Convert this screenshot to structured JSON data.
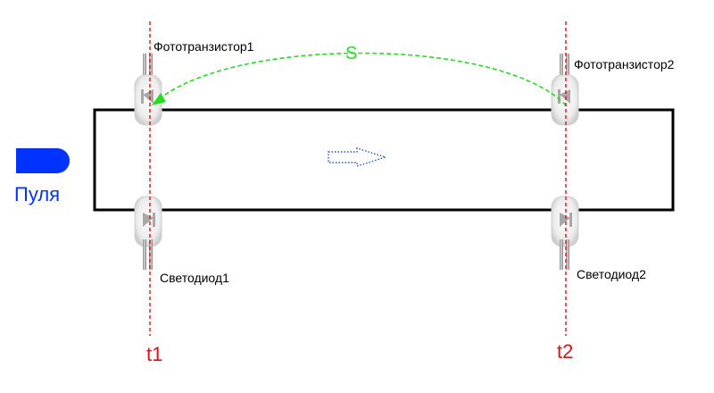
{
  "bullet": {
    "label": "Пуля",
    "color": "#0033ff"
  },
  "sensors": {
    "phototransistor1": "Фототранзистор1",
    "phototransistor2": "Фототранзистор2",
    "led1": "Светодиод1",
    "led2": "Светодиод2"
  },
  "distance_label": "S",
  "times": {
    "t1": "t1",
    "t2": "t2"
  },
  "colors": {
    "time_lines": "#dd1111",
    "arc": "#22dd22",
    "direction_arrow": "#2255cc",
    "tube": "#000000"
  }
}
